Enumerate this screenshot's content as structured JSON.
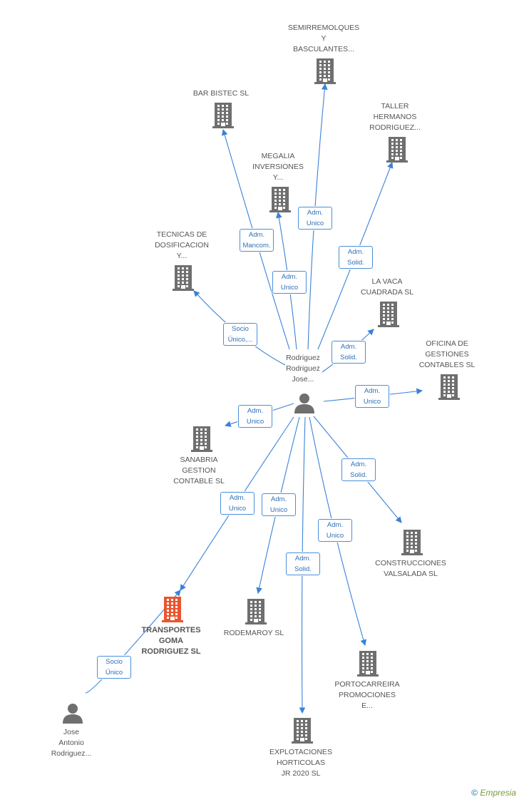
{
  "colors": {
    "edge": "#3b82d8",
    "building": "#6f6f6f",
    "highlight": "#e8552e",
    "person": "#6f6f6f"
  },
  "center_person": {
    "id": "rodriguez",
    "label": "Rodriguez\nRodriguez\nJose..."
  },
  "nodes": [
    {
      "id": "semirremolques",
      "type": "company",
      "label": "SEMIRREMOLQUES\nY\nBASCULANTES..."
    },
    {
      "id": "bar_bistec",
      "type": "company",
      "label": "BAR BISTEC  SL"
    },
    {
      "id": "taller",
      "type": "company",
      "label": "TALLER\nHERMANOS\nRODRIGUEZ..."
    },
    {
      "id": "megalia",
      "type": "company",
      "label": "MEGALIA\nINVERSIONES\nY..."
    },
    {
      "id": "tecnicas",
      "type": "company",
      "label": "TECNICAS DE\nDOSIFICACION\nY..."
    },
    {
      "id": "lavaca",
      "type": "company",
      "label": "LA VACA\nCUADRADA SL"
    },
    {
      "id": "oficina",
      "type": "company",
      "label": "OFICINA DE\nGESTIONES\nCONTABLES SL"
    },
    {
      "id": "sanabria",
      "type": "company",
      "label": "SANABRIA\nGESTION\nCONTABLE  SL"
    },
    {
      "id": "construcciones",
      "type": "company",
      "label": "CONSTRUCCIONES\nVALSALADA SL"
    },
    {
      "id": "transportes",
      "type": "company",
      "highlight": true,
      "label": "TRANSPORTES\nGOMA\nRODRIGUEZ SL"
    },
    {
      "id": "rodemaroy",
      "type": "company",
      "label": "RODEMAROY SL"
    },
    {
      "id": "portocarreira",
      "type": "company",
      "label": "PORTOCARREIRA\nPROMOCIONES\nE..."
    },
    {
      "id": "explotaciones",
      "type": "company",
      "label": "EXPLOTACIONES\nHORTICOLAS\nJR 2020  SL"
    },
    {
      "id": "jose_antonio",
      "type": "person",
      "label": "Jose\nAntonio\nRodriguez..."
    }
  ],
  "edges": [
    {
      "from": "rodriguez",
      "to": "semirremolques",
      "label": "Adm.\nUnico"
    },
    {
      "from": "rodriguez",
      "to": "bar_bistec",
      "label": "Adm.\nMancom."
    },
    {
      "from": "rodriguez",
      "to": "taller",
      "label": "Adm.\nSolid."
    },
    {
      "from": "rodriguez",
      "to": "megalia",
      "label": "Adm.\nUnico"
    },
    {
      "from": "rodriguez",
      "to": "tecnicas",
      "label": "Socio\nÚnico,..."
    },
    {
      "from": "rodriguez",
      "to": "lavaca",
      "label": "Adm.\nSolid."
    },
    {
      "from": "rodriguez",
      "to": "oficina",
      "label": "Adm.\nUnico"
    },
    {
      "from": "rodriguez",
      "to": "sanabria",
      "label": "Adm.\nUnico"
    },
    {
      "from": "rodriguez",
      "to": "construcciones",
      "label": "Adm.\nSolid."
    },
    {
      "from": "rodriguez",
      "to": "transportes",
      "label": "Adm.\nUnico"
    },
    {
      "from": "rodriguez",
      "to": "rodemaroy",
      "label": "Adm.\nUnico"
    },
    {
      "from": "rodriguez",
      "to": "portocarreira",
      "label": "Adm.\nUnico"
    },
    {
      "from": "rodriguez",
      "to": "explotaciones",
      "label": "Adm.\nSolid."
    },
    {
      "from": "jose_antonio",
      "to": "transportes",
      "label": "Socio\nÚnico"
    }
  ],
  "footer": {
    "copyright": "©",
    "brand": "Empresia"
  }
}
